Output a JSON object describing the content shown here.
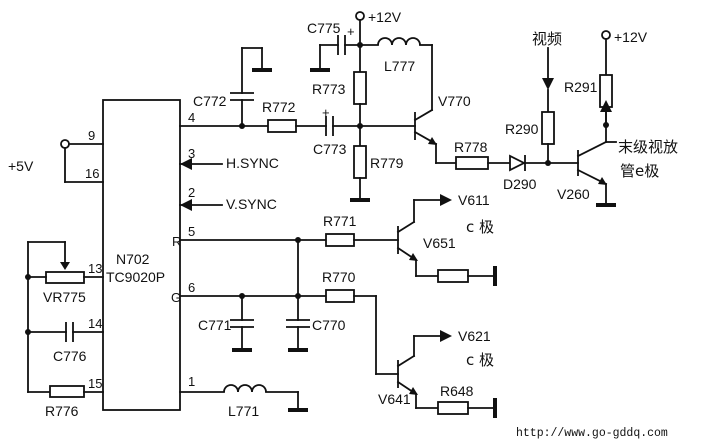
{
  "ic": {
    "ref": "N702",
    "part": "TC9020P"
  },
  "pins": {
    "p9": "9",
    "p16": "16",
    "p13": "13",
    "p14": "14",
    "p15": "15",
    "p4": "4",
    "p3": "3",
    "p2": "2",
    "p5": "5",
    "p6": "6",
    "p1": "1",
    "R": "R",
    "G": "G"
  },
  "signals": {
    "hsync": "H.SYNC",
    "vsync": "V.SYNC"
  },
  "power": {
    "v12a": "+12V",
    "v12b": "+12V",
    "v5": "+5V"
  },
  "labels": {
    "video": "视频",
    "final_stage_1": "末级视放",
    "final_stage_2": "管e极",
    "v611": "V611",
    "v611_c": "c 极",
    "v621": "V621",
    "v621_c": "c 极"
  },
  "parts": {
    "C775": "C775",
    "L777": "L777",
    "C772": "C772",
    "R773": "R773",
    "R772": "R772",
    "C773": "C773",
    "R779": "R779",
    "V770": "V770",
    "R778": "R778",
    "D290": "D290",
    "R290": "R290",
    "R291": "R291",
    "V260": "V260",
    "R771": "R771",
    "V651": "V651",
    "R770": "R770",
    "C771": "C771",
    "C770": "C770",
    "V641": "V641",
    "R648": "R648",
    "L771": "L771",
    "VR775": "VR775",
    "C776": "C776",
    "R776": "R776"
  },
  "polarity": {
    "plus1": "+",
    "plus2": "+"
  },
  "footer": {
    "url": "http://www.go-gddq.com"
  }
}
